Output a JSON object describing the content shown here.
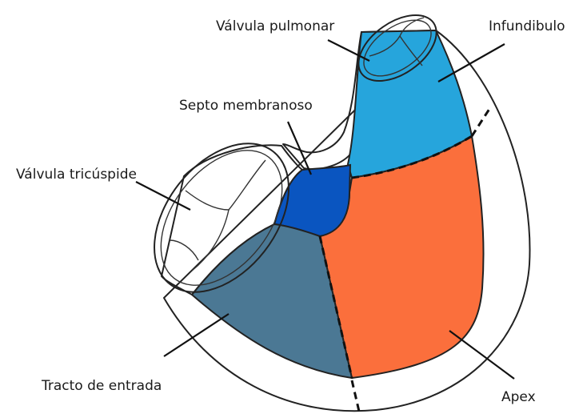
{
  "labels": {
    "valvula_pulmonar": "Válvula pulmonar",
    "infundibulo": "Infundibulo",
    "septo_membranoso": "Septo membranoso",
    "valvula_tricuspide": "Válvula tricúspide",
    "tracto_entrada": "Tracto de entrada",
    "apex": "Apex"
  },
  "colors": {
    "infundibulo": "#26a5dc",
    "septo_membranoso": "#0a55c0",
    "tracto_entrada": "#4b7894",
    "apex": "#fb6f3c",
    "outline": "#222222"
  }
}
